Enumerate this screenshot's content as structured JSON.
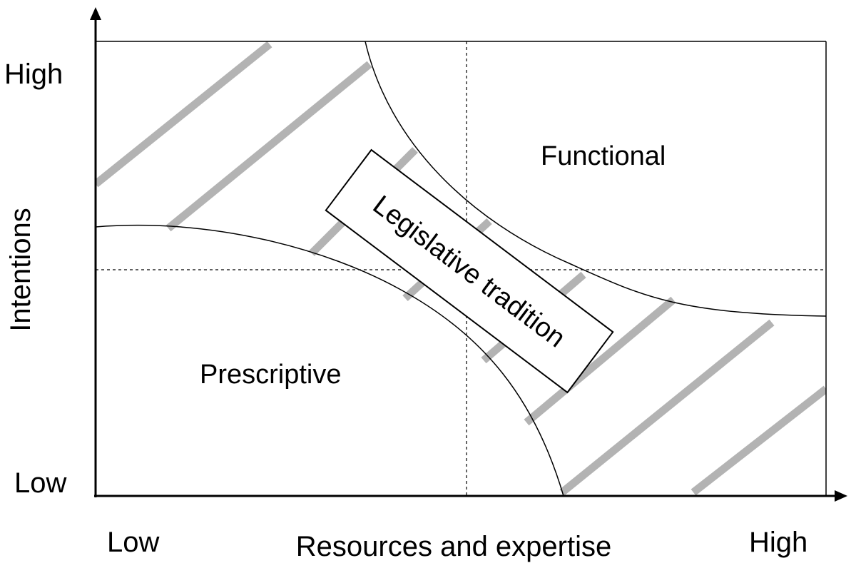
{
  "diagram": {
    "y_axis": {
      "title": "Intentions",
      "high_label": "High",
      "low_label": "Low"
    },
    "x_axis": {
      "title": "Resources and expertise",
      "low_label": "Low",
      "high_label": "High"
    },
    "regions": {
      "top_right": "Functional",
      "bottom_left": "Prescriptive",
      "diagonal_band": "Legislative tradition"
    },
    "colors": {
      "line": "#000000",
      "hatch": "#b3b3b3",
      "background": "#ffffff"
    }
  }
}
